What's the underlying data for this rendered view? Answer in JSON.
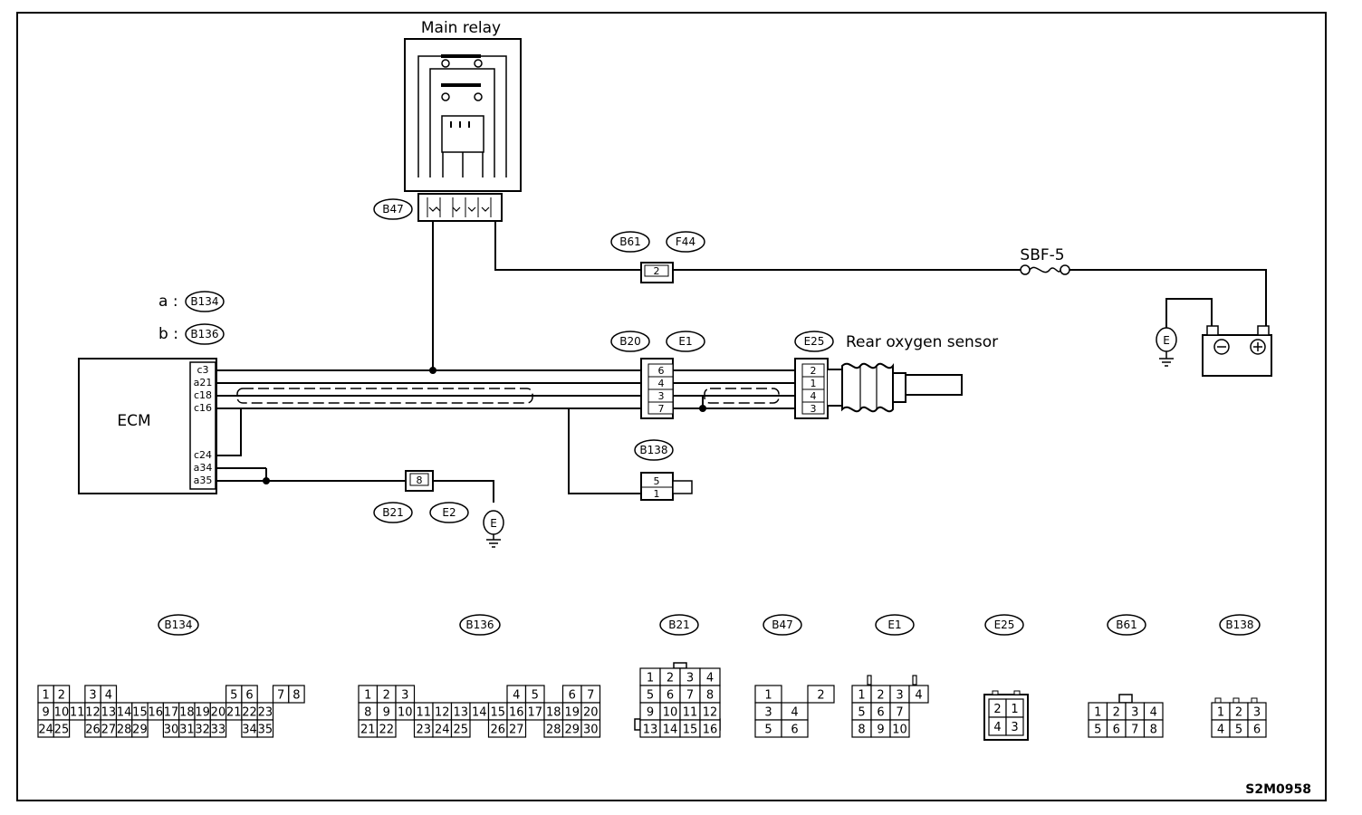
{
  "labels": {
    "main_relay": "Main relay",
    "ecm": "ECM",
    "rear_o2": "Rear oxygen sensor",
    "fuse": "SBF-5",
    "legend_a": "a :",
    "legend_b": "b :",
    "ground": "E",
    "ref": "S2M0958"
  },
  "connector_tags": {
    "relay": "B47",
    "b61": "B61",
    "f44": "F44",
    "b20": "B20",
    "e1": "E1",
    "e25": "E25",
    "b138": "B138",
    "b21": "B21",
    "e2": "E2",
    "legend_a": "B134",
    "legend_b": "B136"
  },
  "ecm_pins": [
    "c3",
    "a21",
    "c18",
    "c16",
    "c24",
    "a34",
    "a35"
  ],
  "pin_numbers": {
    "b61_f44": "2",
    "b20_e1": [
      "6",
      "4",
      "3",
      "7"
    ],
    "e25": [
      "2",
      "1",
      "4",
      "3"
    ],
    "b138": [
      "5",
      "1"
    ],
    "b21_e2": "8"
  },
  "faces": [
    {
      "id": "b134",
      "tag": "B134",
      "rows": [
        [
          "1",
          "2",
          "",
          "3",
          "4",
          "",
          "",
          "",
          "",
          "",
          "",
          "",
          "5",
          "6",
          "",
          "7",
          "8"
        ],
        [
          "9",
          "10",
          "11",
          "12",
          "13",
          "14",
          "15",
          "16",
          "17",
          "18",
          "19",
          "20",
          "21",
          "22",
          "23"
        ],
        [
          "24",
          "25",
          "",
          "26",
          "27",
          "28",
          "29",
          "",
          "30",
          "31",
          "32",
          "33",
          "",
          "34",
          "35"
        ]
      ]
    },
    {
      "id": "b136",
      "tag": "B136",
      "rows": [
        [
          "1",
          "2",
          "3",
          "",
          "",
          "",
          "",
          "",
          "4",
          "5",
          "",
          "6",
          "7"
        ],
        [
          "8",
          "9",
          "10",
          "11",
          "12",
          "13",
          "14",
          "15",
          "16",
          "17",
          "18",
          "19",
          "20"
        ],
        [
          "21",
          "22",
          "",
          "23",
          "24",
          "25",
          "",
          "26",
          "27",
          "",
          "28",
          "29",
          "30"
        ]
      ]
    },
    {
      "id": "b21",
      "tag": "B21",
      "rows": [
        [
          "1",
          "2",
          "3",
          "4"
        ],
        [
          "5",
          "6",
          "7",
          "8"
        ],
        [
          "9",
          "10",
          "11",
          "12"
        ],
        [
          "13",
          "14",
          "15",
          "16"
        ]
      ]
    },
    {
      "id": "b47",
      "tag": "B47",
      "rows": [
        [
          "1",
          "",
          "2"
        ],
        [
          "3",
          "4"
        ],
        [
          "5",
          "6"
        ]
      ]
    },
    {
      "id": "e1",
      "tag": "E1",
      "rows": [
        [
          "1",
          "2",
          "3",
          "4"
        ],
        [
          "5",
          "6",
          "7"
        ],
        [
          "8",
          "9",
          "10"
        ]
      ]
    },
    {
      "id": "e25",
      "tag": "E25",
      "rows": [
        [
          "2",
          "1"
        ],
        [
          "4",
          "3"
        ]
      ]
    },
    {
      "id": "b61",
      "tag": "B61",
      "rows": [
        [
          "1",
          "2",
          "3",
          "4"
        ],
        [
          "5",
          "6",
          "7",
          "8"
        ]
      ]
    },
    {
      "id": "b138",
      "tag": "B138",
      "rows": [
        [
          "1",
          "2",
          "3"
        ],
        [
          "4",
          "5",
          "6"
        ]
      ]
    }
  ]
}
